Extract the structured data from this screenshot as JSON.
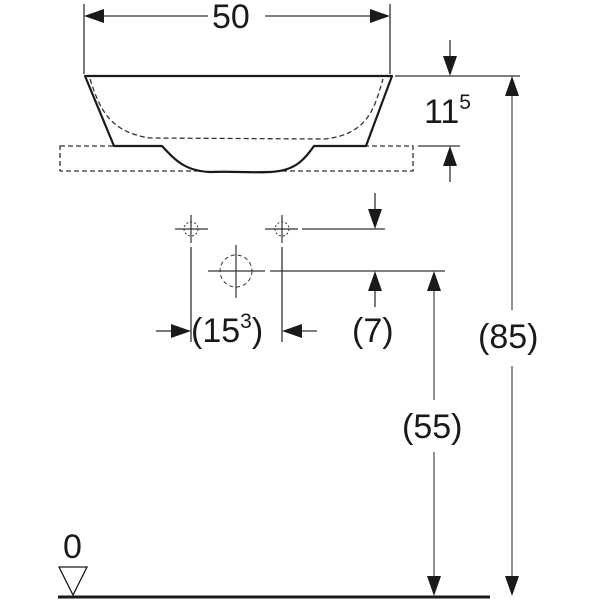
{
  "drawing": {
    "title": "Washbasin dimension drawing",
    "colors": {
      "line": "#1a1a1a",
      "dim_line": "#555555",
      "background": "#ffffff"
    }
  },
  "dimensions": {
    "width": {
      "value": "50"
    },
    "basin_height": {
      "value": "11",
      "superscript": "5"
    },
    "tap_hole_spacing": {
      "open": "(",
      "value": "15",
      "superscript": "3",
      "close": ")"
    },
    "waste_offset": {
      "value": "(7)"
    },
    "waste_height": {
      "value": "(55)"
    },
    "total_height": {
      "value": "(85)"
    },
    "floor_level": {
      "value": "0"
    }
  }
}
